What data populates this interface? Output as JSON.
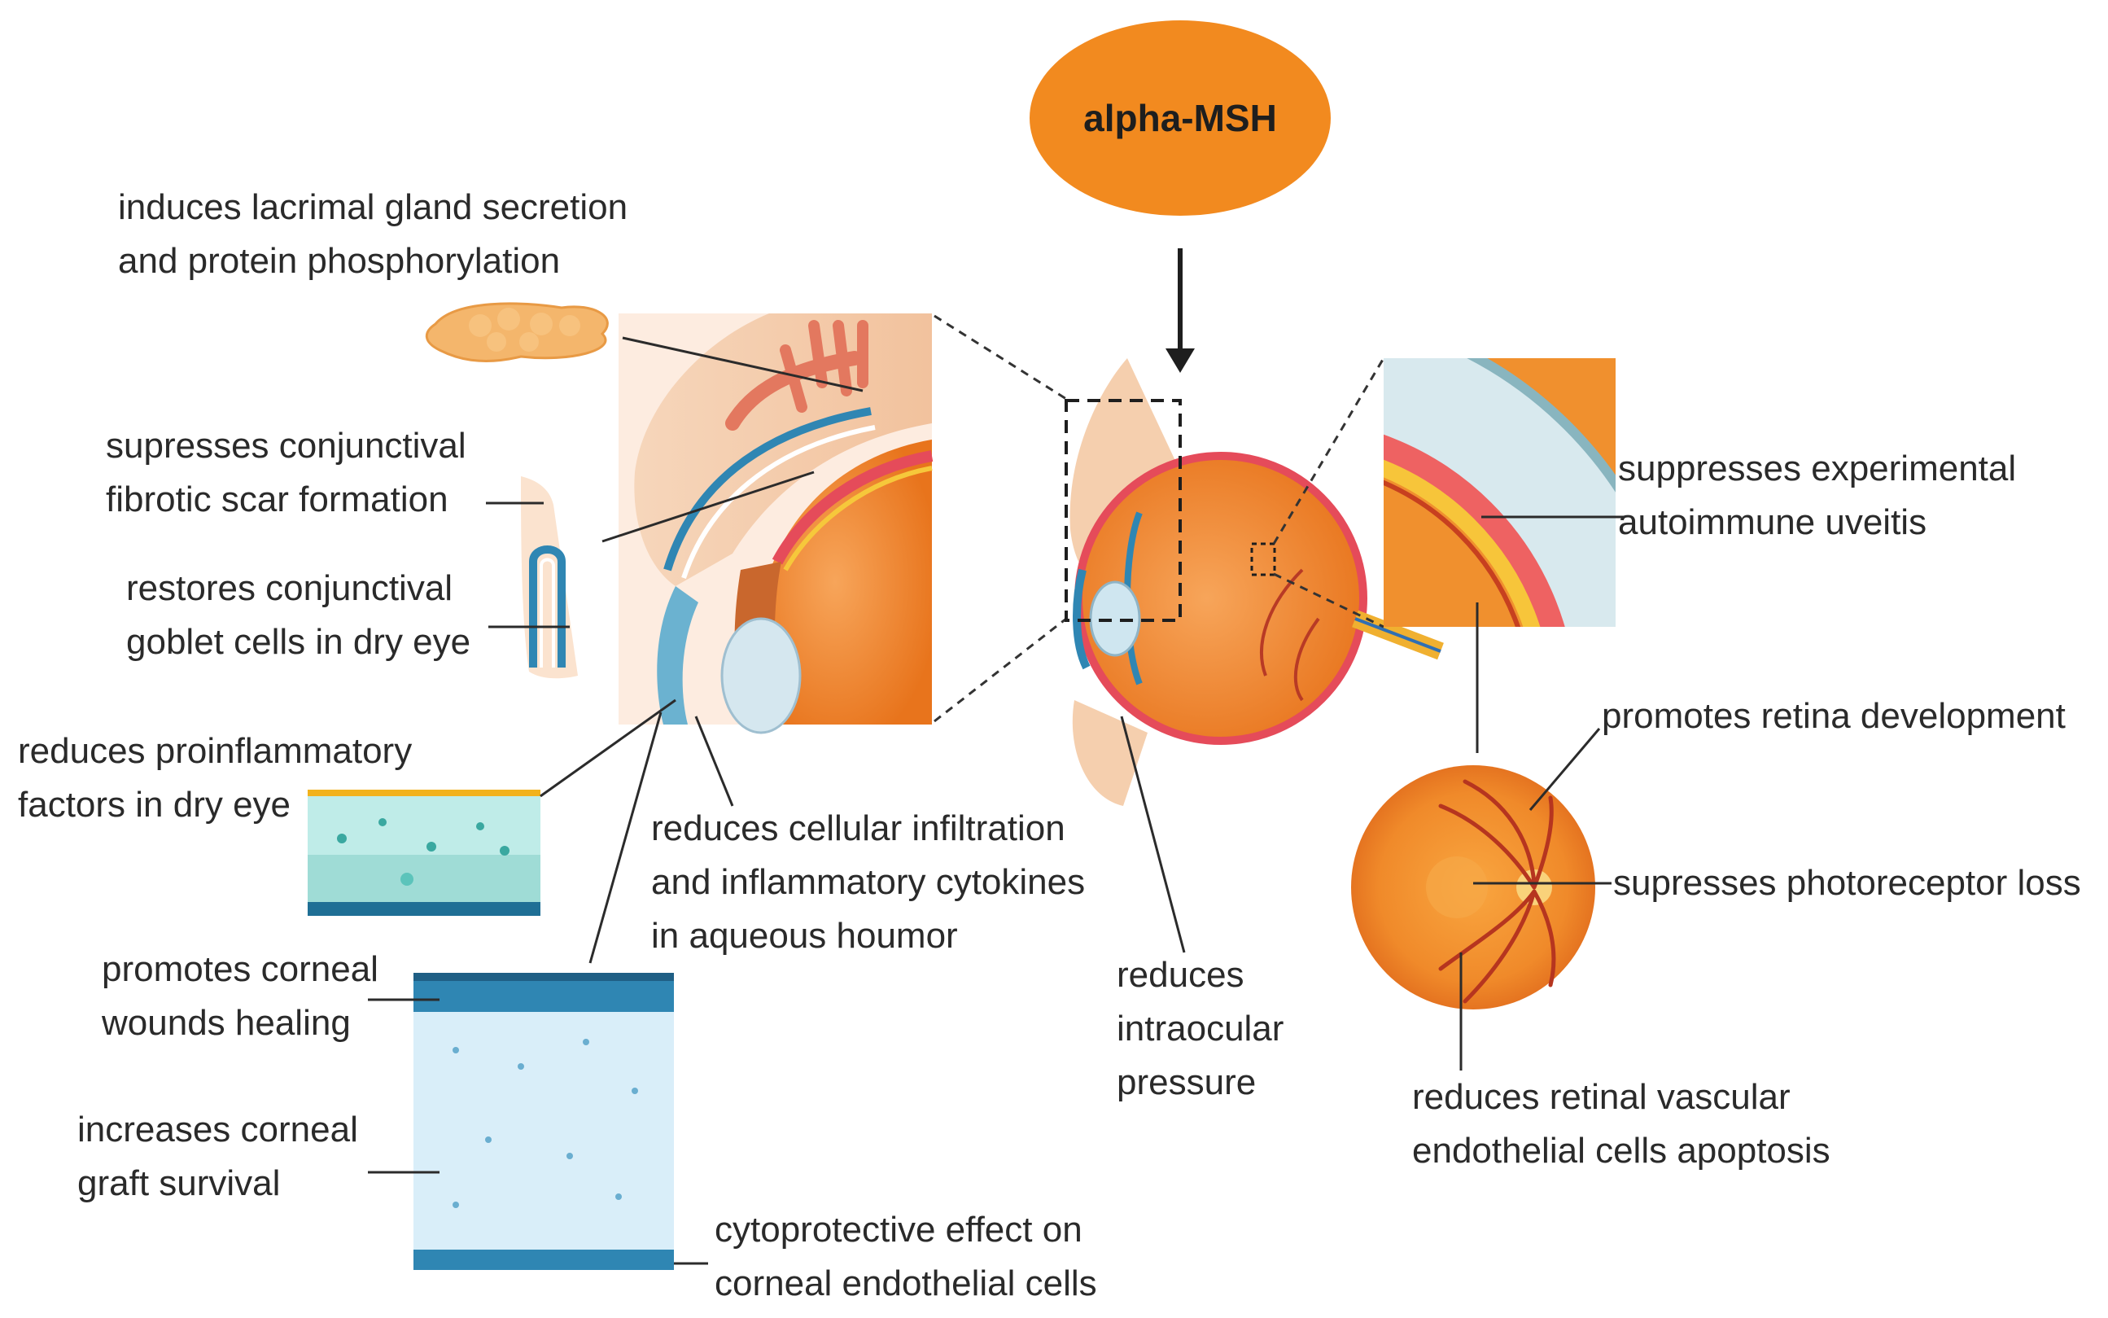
{
  "title": "alpha-MSH",
  "colors": {
    "node_fill": "#f28a1f",
    "skin": "#f3c7a3",
    "muscle": "#e8735b",
    "eyeball": "#f08a2c",
    "cornea_blue": "#3a8fb7",
    "tissue_light_blue": "#d7eef8",
    "line": "#2b2b2b"
  },
  "labels": {
    "lacrimal": [
      "induces lacrimal gland secretion",
      "and protein phosphorylation"
    ],
    "conj_scar": [
      "supresses conjunctival",
      "fibrotic scar formation"
    ],
    "goblet": [
      "restores conjunctival",
      "goblet cells in dry eye"
    ],
    "proinflam": [
      "reduces proinflammatory",
      "factors in dry eye"
    ],
    "aqueous": [
      "reduces cellular infiltration",
      "and inflammatory cytokines",
      "in aqueous houmor"
    ],
    "wound": [
      "promotes corneal",
      "wounds healing"
    ],
    "graft": [
      "increases corneal",
      "graft survival"
    ],
    "endothelial": [
      "cytoprotective effect on",
      "corneal endothelial cells"
    ],
    "iop": [
      "reduces",
      "intraocular",
      "pressure"
    ],
    "uveitis": [
      "suppresses experimental",
      "autoimmune uveitis"
    ],
    "retina_dev": [
      "promotes retina development"
    ],
    "photoreceptor": [
      "supresses photoreceptor loss"
    ],
    "vascular": [
      "reduces retinal vascular",
      "endothelial cells apoptosis"
    ]
  }
}
